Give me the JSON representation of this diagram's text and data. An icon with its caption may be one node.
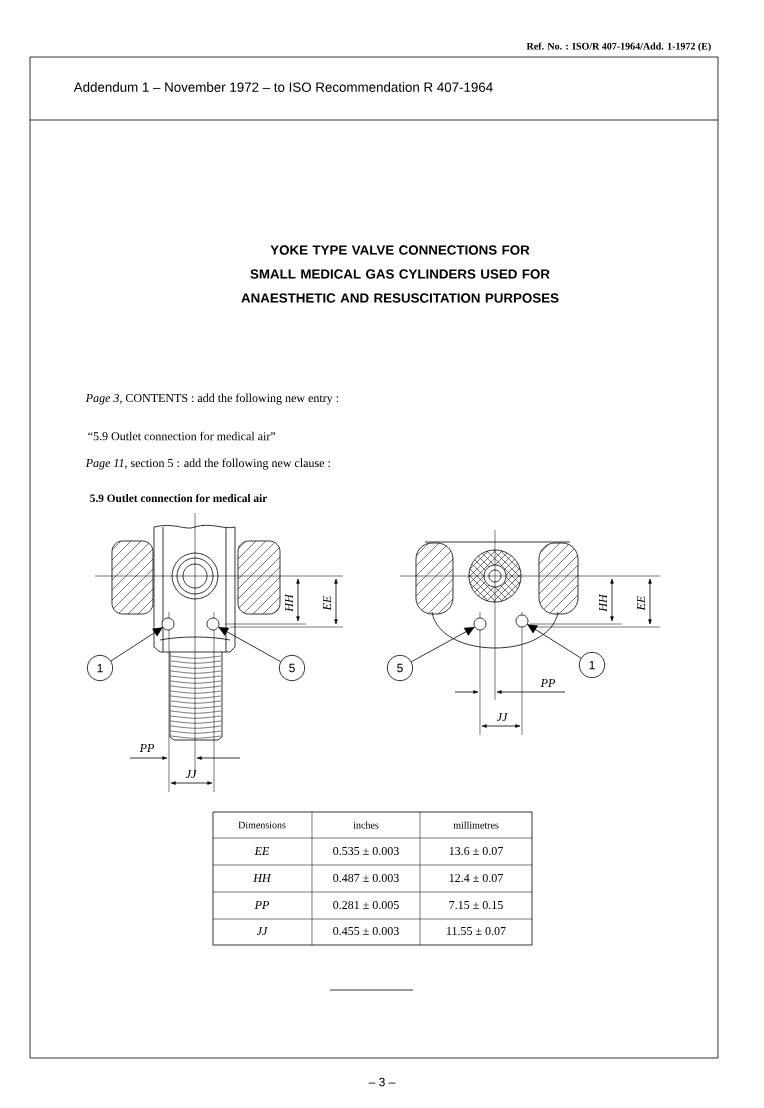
{
  "diagram": {
    "title": "YOKE TYPE VALVE CONNECTIONS FOR SMALL MEDICAL GAS CYLINDERS USED FOR ANAESTHETIC AND RESUSCITATION PURPOSES",
    "nodes": [
      {
        "text": [
          "1"
        ]
      },
      {
        "text": [],
        "shape": "circle"
      },
      {
        "text": [],
        "shape": "circle"
      },
      {
        "text": [
          "5"
        ]
      },
      {
        "text": [
          "5"
        ]
      },
      {
        "text": [],
        "shape": "circle"
      },
      {
        "text": [],
        "shape": "circle"
      },
      {
        "text": [
          "1"
        ]
      }
    ],
    "edges": [
      {
        "from": 0,
        "to": 1,
        "arrow": "to"
      },
      {
        "from": 3,
        "to": 2,
        "arrow": "to"
      },
      {
        "from": 4,
        "to": 5,
        "arrow": "to"
      },
      {
        "from": 7,
        "to": 6,
        "arrow": "to"
      }
    ],
    "labels": [
      "Ref. No. : ISO/R 407-1964/Add. 1-1972 (E)",
      "Addendum 1 – November 1972 – to ISO Recommendation R 407-1964",
      "*Page 3,* CONTENTS : add the following new entry :",
      "“5.9 Outlet connection for medical air”",
      "*Page 11,* section 5 : add the following new clause :",
      "5.9 Outlet connection for medical air",
      "HH",
      "EE",
      "PP",
      "JJ",
      "HH",
      "EE",
      "PP",
      "JJ",
      "Dimensions",
      "inches",
      "millimetres",
      "EE",
      "0.535 ± 0.003",
      "13.6 ± 0.07",
      "HH",
      "0.487 ± 0.003",
      "12.4 ± 0.07",
      "PP",
      "0.281 ± 0.005",
      "7.15 ± 0.15",
      "JJ",
      "0.455 ± 0.003",
      "11.55 ± 0.07",
      "– 3 –"
    ]
  }
}
